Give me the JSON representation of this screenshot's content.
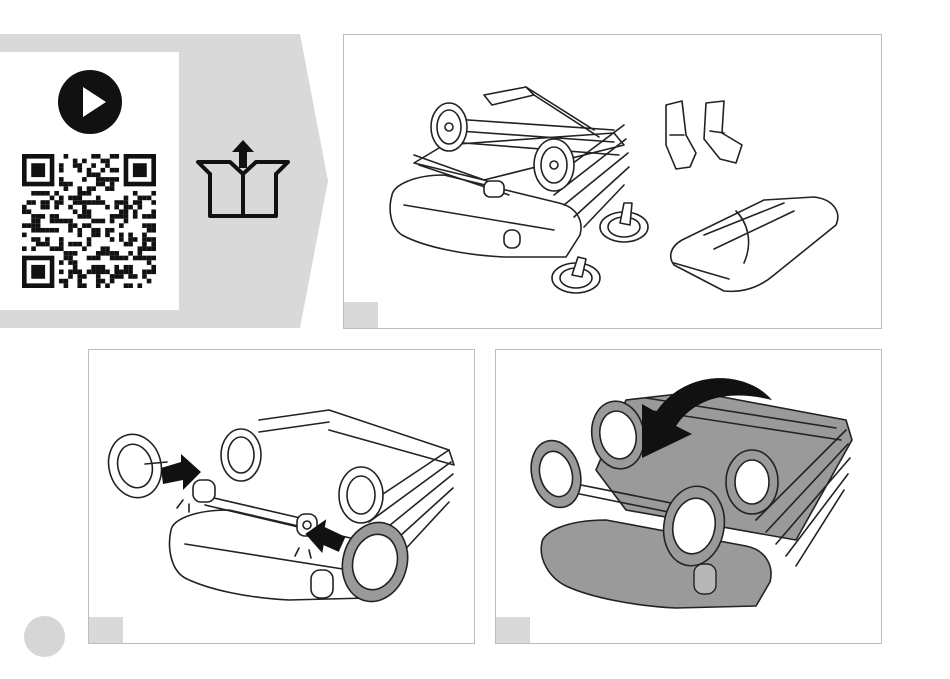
{
  "colors": {
    "banner_grey": "#d9d9d9",
    "panel_border": "#bdbdbd",
    "step_tab_grey": "#d9d9d9",
    "page_circle_grey": "#d6d6d6",
    "stroller_fill_grey": "#9a9a9a"
  },
  "icons": {
    "video": "play-icon",
    "qr": "qr-code-icon",
    "unbox": "open-box-arrow-icon"
  },
  "panels": [
    {
      "name": "unboxed-parts",
      "tab_label": ""
    },
    {
      "name": "attach-rear-wheels",
      "tab_label": ""
    },
    {
      "name": "unfold-stroller",
      "tab_label": ""
    }
  ],
  "page_number": ""
}
